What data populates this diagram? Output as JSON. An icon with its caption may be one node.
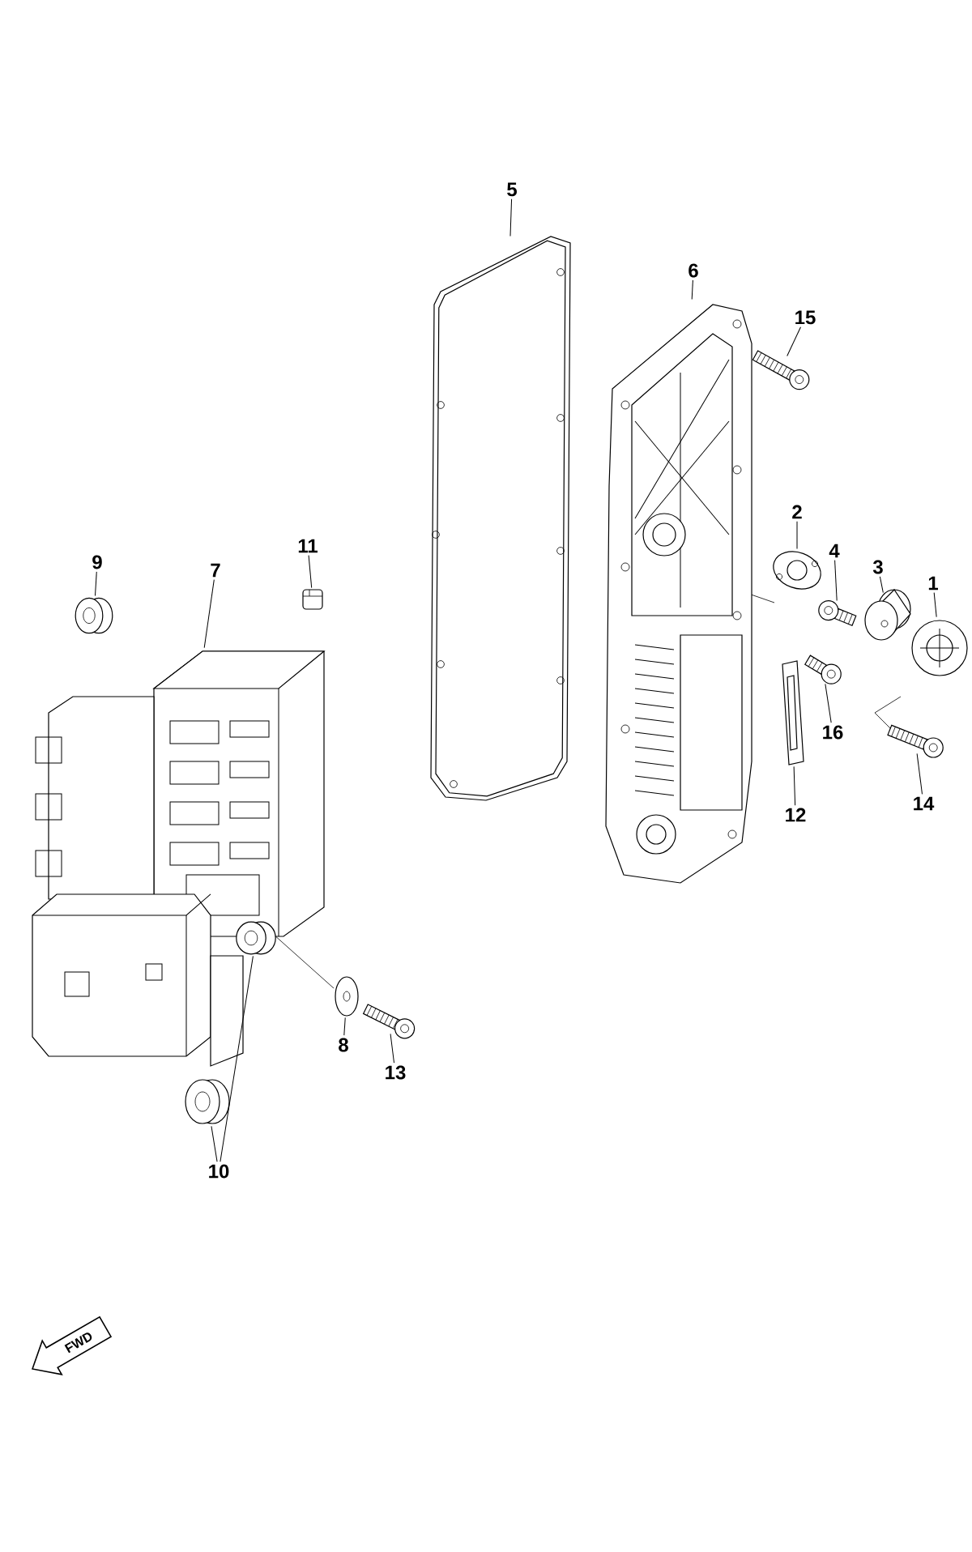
{
  "diagram": {
    "nodes": [
      {
        "text": [
          "1"
        ]
      },
      {
        "text": [
          "2"
        ]
      },
      {
        "text": [
          "3"
        ]
      },
      {
        "text": [
          "4"
        ]
      },
      {
        "text": [
          "5"
        ]
      },
      {
        "text": [
          "6"
        ]
      },
      {
        "text": [
          "7"
        ]
      },
      {
        "text": [
          "8"
        ]
      },
      {
        "text": [
          "9"
        ]
      },
      {
        "text": [
          "10"
        ]
      },
      {
        "text": [
          "11"
        ]
      },
      {
        "text": [
          "12"
        ]
      },
      {
        "text": [
          "13"
        ]
      },
      {
        "text": [
          "14"
        ]
      },
      {
        "text": [
          "15"
        ]
      },
      {
        "text": [
          "16"
        ]
      },
      {
        "text": [],
        "shape": "picture"
      },
      {
        "text": [],
        "shape": "picture"
      },
      {
        "text": [],
        "shape": "picture"
      },
      {
        "text": [],
        "shape": "picture"
      },
      {
        "text": [],
        "shape": "picture"
      },
      {
        "text": [],
        "shape": "picture"
      },
      {
        "text": [],
        "shape": "picture"
      },
      {
        "text": [],
        "shape": "picture"
      },
      {
        "text": [],
        "shape": "picture"
      },
      {
        "text": [],
        "shape": "picture"
      },
      {
        "text": [],
        "shape": "picture"
      },
      {
        "text": [],
        "shape": "picture"
      },
      {
        "text": [],
        "shape": "picture"
      },
      {
        "text": [],
        "shape": "picture"
      },
      {
        "text": [],
        "shape": "picture"
      },
      {
        "text": [],
        "shape": "picture"
      },
      {
        "text": [],
        "shape": "picture",
        "in": 22
      }
    ],
    "edges": [
      {
        "from": 0,
        "to": 16,
        "arrow": "none"
      },
      {
        "from": 1,
        "to": 17,
        "arrow": "none"
      },
      {
        "from": 2,
        "to": 18,
        "arrow": "none"
      },
      {
        "from": 3,
        "to": 19,
        "arrow": "none"
      },
      {
        "from": 4,
        "to": 20,
        "arrow": "none"
      },
      {
        "from": 5,
        "to": 21,
        "arrow": "none"
      },
      {
        "from": 6,
        "to": 22,
        "arrow": "none"
      },
      {
        "from": 7,
        "to": 23,
        "arrow": "none"
      },
      {
        "from": 8,
        "to": 24,
        "arrow": "none"
      },
      {
        "from": 9,
        "to": 25,
        "arrow": "none"
      },
      {
        "from": 10,
        "to": 26,
        "arrow": "none"
      },
      {
        "from": 11,
        "to": 27,
        "arrow": "none"
      },
      {
        "from": 12,
        "to": 28,
        "arrow": "none"
      },
      {
        "from": 13,
        "to": 29,
        "arrow": "none"
      },
      {
        "from": 14,
        "to": 30,
        "arrow": "none"
      },
      {
        "from": 15,
        "to": 31,
        "arrow": "none"
      },
      {
        "from": 9,
        "to": 32,
        "arrow": "none"
      }
    ],
    "labels": [
      "FWD"
    ]
  }
}
